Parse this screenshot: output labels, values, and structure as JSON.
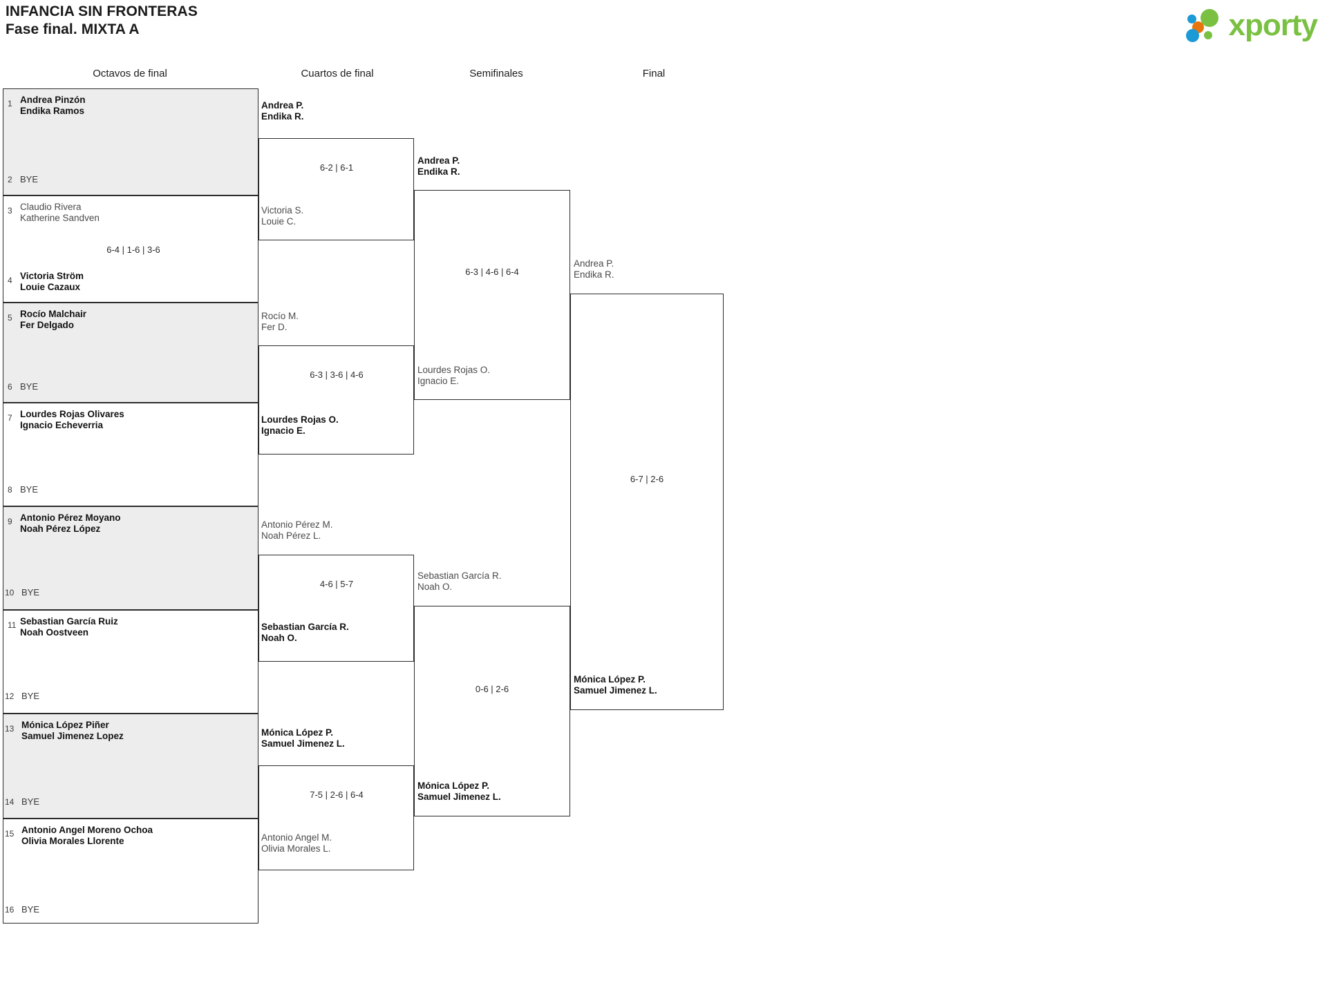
{
  "header": {
    "tournament_name": "INFANCIA SIN FRONTERAS",
    "phase": "Fase final. MIXTA A",
    "logo_word": "xporty"
  },
  "rounds": [
    {
      "id": "r16",
      "label": "Octavos de final"
    },
    {
      "id": "qf",
      "label": "Cuartos de final"
    },
    {
      "id": "sf",
      "label": "Semifinales"
    },
    {
      "id": "final",
      "label": "Final"
    }
  ],
  "bye_label": "BYE",
  "round1": {
    "seeds": [
      "1",
      "2",
      "3",
      "4",
      "5",
      "6",
      "7",
      "8",
      "9",
      "10",
      "11",
      "12",
      "13",
      "14",
      "15",
      "16"
    ],
    "slots": [
      {
        "seed": "1",
        "line1": "Andrea Pinzón",
        "line2": "Endika Ramos",
        "bye": false,
        "winner": true
      },
      {
        "seed": "2",
        "line1": "BYE",
        "line2": "",
        "bye": true,
        "winner": false
      },
      {
        "seed": "3",
        "line1": "Claudio Rivera",
        "line2": "Katherine Sandven",
        "bye": false,
        "winner": false
      },
      {
        "seed": "4",
        "line1": "Victoria Ström",
        "line2": "Louie Cazaux",
        "bye": false,
        "winner": true
      },
      {
        "seed": "5",
        "line1": "Rocío Malchair",
        "line2": "Fer Delgado",
        "bye": false,
        "winner": true
      },
      {
        "seed": "6",
        "line1": "BYE",
        "line2": "",
        "bye": true,
        "winner": false
      },
      {
        "seed": "7",
        "line1": "Lourdes Rojas Olivares",
        "line2": "Ignacio Echeverria",
        "bye": false,
        "winner": true
      },
      {
        "seed": "8",
        "line1": "BYE",
        "line2": "",
        "bye": true,
        "winner": false
      },
      {
        "seed": "9",
        "line1": "Antonio Pérez Moyano",
        "line2": "Noah Pérez López",
        "bye": false,
        "winner": true
      },
      {
        "seed": "10",
        "line1": "BYE",
        "line2": "",
        "bye": true,
        "winner": false
      },
      {
        "seed": "11",
        "line1": "Sebastian García Ruiz",
        "line2": "Noah Oostveen",
        "bye": false,
        "winner": true
      },
      {
        "seed": "12",
        "line1": "BYE",
        "line2": "",
        "bye": true,
        "winner": false
      },
      {
        "seed": "13",
        "line1": "Mónica López Piñer",
        "line2": "Samuel Jimenez Lopez",
        "bye": false,
        "winner": true
      },
      {
        "seed": "14",
        "line1": "BYE",
        "line2": "",
        "bye": true,
        "winner": false
      },
      {
        "seed": "15",
        "line1": "Antonio Angel Moreno Ochoa",
        "line2": "Olivia Morales Llorente",
        "bye": false,
        "winner": true
      },
      {
        "seed": "16",
        "line1": "BYE",
        "line2": "",
        "bye": true,
        "winner": false
      }
    ],
    "scores": [
      {
        "match": 2,
        "value": "6-4 | 1-6 | 3-6"
      }
    ]
  },
  "quarterfinals": [
    {
      "top": {
        "line1": "Andrea P.",
        "line2": "Endika R.",
        "winner": true
      },
      "bottom": {
        "line1": "Victoria S.",
        "line2": "Louie C.",
        "winner": false
      },
      "score": "6-2 | 6-1"
    },
    {
      "top": {
        "line1": "Rocío M.",
        "line2": "Fer D.",
        "winner": false
      },
      "bottom": {
        "line1": "Lourdes Rojas O.",
        "line2": "Ignacio E.",
        "winner": true
      },
      "score": "6-3 | 3-6 | 4-6"
    },
    {
      "top": {
        "line1": "Antonio Pérez M.",
        "line2": "Noah Pérez L.",
        "winner": false
      },
      "bottom": {
        "line1": "Sebastian García R.",
        "line2": "Noah O.",
        "winner": true
      },
      "score": "4-6 | 5-7"
    },
    {
      "top": {
        "line1": "Mónica López P.",
        "line2": "Samuel Jimenez L.",
        "winner": true
      },
      "bottom": {
        "line1": "Antonio Angel M.",
        "line2": "Olivia Morales L.",
        "winner": false
      },
      "score": "7-5 | 2-6 | 6-4"
    }
  ],
  "semifinals": [
    {
      "top": {
        "line1": "Andrea P.",
        "line2": "Endika R.",
        "winner": true
      },
      "bottom": {
        "line1": "Lourdes Rojas O.",
        "line2": "Ignacio E.",
        "winner": false
      },
      "score": "6-3 | 4-6 | 6-4"
    },
    {
      "top": {
        "line1": "Sebastian García R.",
        "line2": "Noah O.",
        "winner": false
      },
      "bottom": {
        "line1": "Mónica López P.",
        "line2": "Samuel Jimenez L.",
        "winner": true
      },
      "score": "0-6 | 2-6"
    }
  ],
  "final": {
    "top": {
      "line1": "Andrea P.",
      "line2": "Endika R.",
      "winner": false
    },
    "bottom": {
      "line1": "Mónica López P.",
      "line2": "Samuel Jimenez L.",
      "winner": true
    },
    "score": "6-7 | 2-6"
  }
}
